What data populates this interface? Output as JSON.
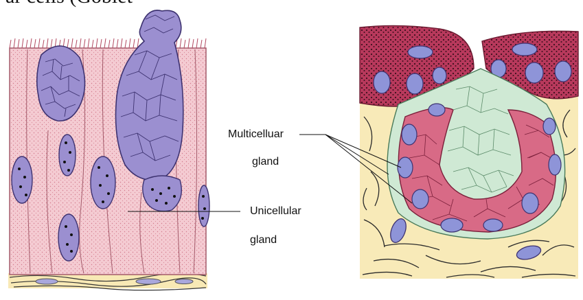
{
  "header_fragment": "ar cells (Goblet",
  "labels": {
    "multicellular_line1": "Multicelluar",
    "multicellular_line2": "gland",
    "unicellular_line1": "Unicellular",
    "unicellular_line2": "gland"
  },
  "colors": {
    "epithelium_pink": "#f2c6cd",
    "epithelium_dots": "#d98a99",
    "goblet_purple": "#9b8fd0",
    "goblet_outline": "#4a3f7a",
    "nucleus_blue": "#8e94d8",
    "gland_red": "#c24b6b",
    "gland_light": "#f0b9c8",
    "lumen_green": "#cfe9d4",
    "connective_yellow": "#f8eab8",
    "fibre_dark": "#2b2b2b"
  }
}
